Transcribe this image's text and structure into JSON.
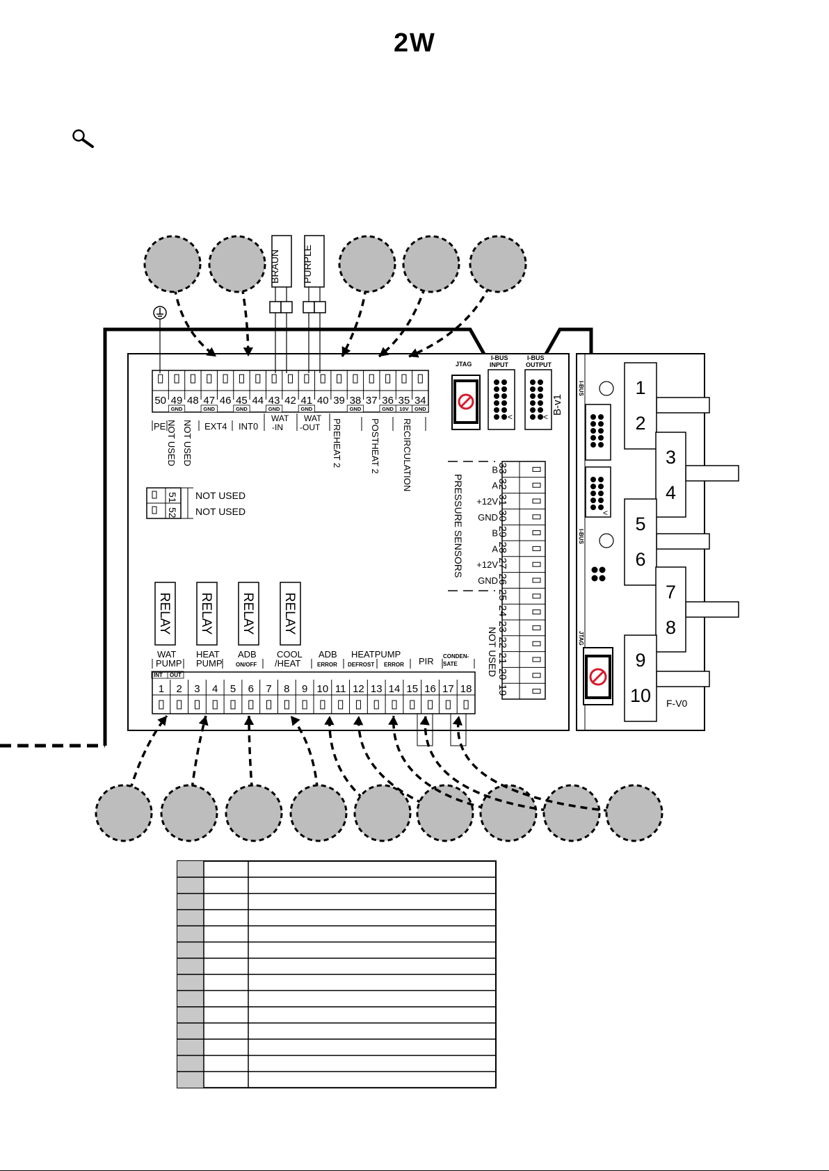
{
  "logo": {
    "two": "2",
    "w": "W",
    "two_color": "#d7192c",
    "w_color": "#1a8fd6"
  },
  "wire_labels": {
    "braun": "BRAUN",
    "purple": "PURPLE"
  },
  "board": {
    "name": "B-v1",
    "jtag": "JTAG",
    "ibus_input": [
      "I-BUS",
      "INPUT"
    ],
    "ibus_output": [
      "I-BUS",
      "OUTPUT"
    ],
    "top_terminals": [
      "50",
      "49",
      "48",
      "47",
      "46",
      "45",
      "44",
      "43",
      "42",
      "41",
      "40",
      "39",
      "38",
      "37",
      "36",
      "35",
      "34"
    ],
    "top_gnd_marks": [
      {
        "after": "49",
        "text": "GND"
      },
      {
        "after": "47",
        "text": "GND"
      },
      {
        "after": "45",
        "text": "GND"
      },
      {
        "after": "43",
        "text": "GND"
      },
      {
        "after": "41",
        "text": "GND"
      },
      {
        "after": "38",
        "text": "GND"
      },
      {
        "after": "36",
        "text": "GND"
      },
      {
        "after": "35",
        "text": "10V"
      },
      {
        "after": "34",
        "text": "GND"
      }
    ],
    "top_groups": {
      "pe": "PE",
      "not_used_a": "NOT USED",
      "not_used_b": "NOT USED",
      "ext4": "EXT4",
      "int0": "INT0",
      "wat_in": [
        "WAT",
        "-IN"
      ],
      "wat_out": [
        "WAT",
        "-OUT"
      ],
      "preheat2": "PREHEAT 2",
      "postheat2": "POSTHEAT 2",
      "recirculation": "RECIRCULATION"
    },
    "aux_terminals": [
      {
        "num": "51",
        "label": "NOT USED"
      },
      {
        "num": "52",
        "label": "NOT USED"
      }
    ],
    "right_terminals": [
      "33",
      "32",
      "31",
      "30",
      "29",
      "28",
      "27",
      "26",
      "25",
      "24",
      "23",
      "22",
      "21",
      "20",
      "19"
    ],
    "pressure_sensors": {
      "title": "PRESSURE SENSORS",
      "pins": [
        "B",
        "A",
        "+12V",
        "GND",
        "B",
        "A",
        "+12V",
        "GND"
      ]
    },
    "right_not_used": "NOT USED",
    "relay_label": "RELAY",
    "bottom_terminals": [
      "1",
      "2",
      "3",
      "4",
      "5",
      "6",
      "7",
      "8",
      "9",
      "10",
      "11",
      "12",
      "13",
      "14",
      "15",
      "16",
      "17",
      "18"
    ],
    "bottom_groups": {
      "wat_pump": [
        "WAT",
        "PUMP"
      ],
      "int": "INT",
      "out": "OUT",
      "heat_pump": [
        "HEAT",
        "PUMP"
      ],
      "adb_onoff": [
        "ADB",
        "ON/OFF"
      ],
      "cool_heat": [
        "COOL",
        "/HEAT"
      ],
      "adb_error": [
        "ADB",
        "ERROR"
      ],
      "heatpump": "HEATPUMP",
      "defrost": "DEFROST",
      "hp_error": "ERROR",
      "pir": "PIR",
      "condensate": [
        "CONDEN-",
        "SATE"
      ]
    }
  },
  "module": {
    "name": "F-V0",
    "ibus": "I-BUS",
    "jtag": "JTAG",
    "terminals": [
      "1",
      "2",
      "3",
      "4",
      "5",
      "6",
      "7",
      "8",
      "9",
      "10"
    ]
  },
  "table": {
    "rows": 14
  }
}
